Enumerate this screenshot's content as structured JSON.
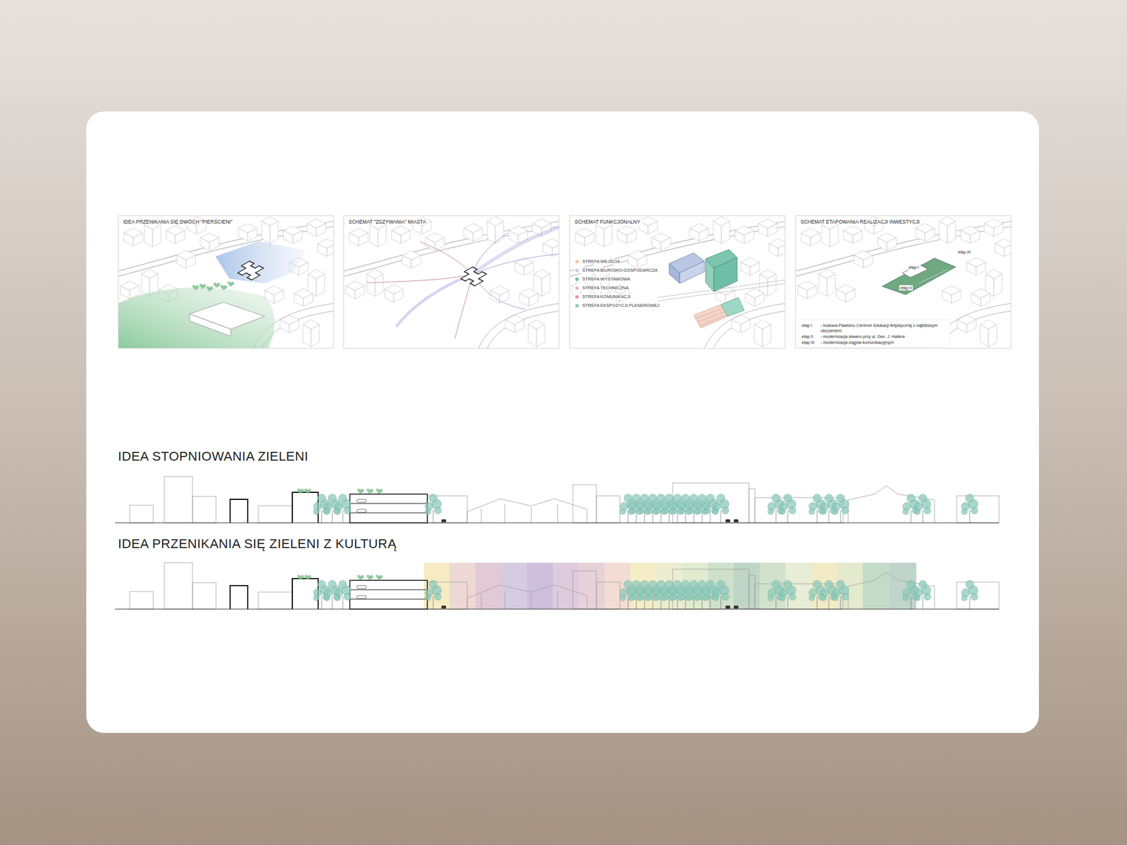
{
  "diagram": {
    "nodes": [
      {
        "text": [
          "IDEA PRZENIKANIA SIĘ DWÓCH \"PIERŚCIENI\""
        ]
      },
      {
        "text": [
          "SCHEMAT \"ZSZYWANIA\" MIASTA"
        ]
      },
      {
        "text": [
          "SCHEMAT FUNKCJONALNY"
        ]
      },
      {
        "text": [
          "SCHEMAT ETAPOWANIA REALIZACJI INWESTYCJI"
        ]
      }
    ],
    "labels": [
      "IDEA STOPNIOWANIA ZIELENI",
      "IDEA PRZENIKANIA SIĘ ZIELENI Z KULTURĄ",
      "etap III",
      "etap I",
      "etap II",
      "etap I",
      "- budowa Pawilonu Centrum Edukacji Artystycznej z najbliższym otoczeniem",
      "etap II",
      "- modernizacja skweru przy ul. Gen. J. Hallera",
      "etap III",
      "- modernizacja ciągów komunikacyjnych"
    ],
    "legend": [
      {
        "text": "STREFA WEJŚCIA",
        "color": "#f2c6a2"
      },
      {
        "text": "STREFA BIUROWO-GOSPODARCZA",
        "color": "#c3d0e6"
      },
      {
        "text": "STREFA WYSTAWOWA",
        "color": "#6fbfa8"
      },
      {
        "text": "STREFA TECHNICZNA",
        "color": "#e9b3b6"
      },
      {
        "text": "STREFA KOMUNIKACJI",
        "color": "#e59aa2"
      },
      {
        "text": "STREFA EKSPOZYCJI PLENEROWEJ",
        "color": "#86cdb9"
      }
    ]
  }
}
